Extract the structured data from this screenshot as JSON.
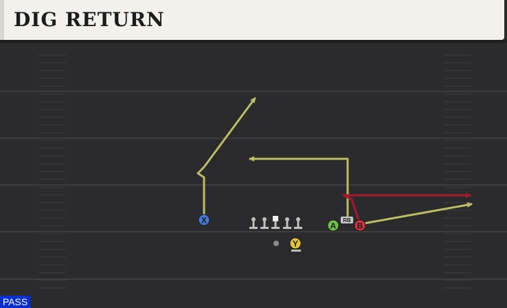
{
  "play": {
    "name": "DIG RETURN",
    "mode": "PASS"
  },
  "players": {
    "x_label": "X",
    "y_label": "Y",
    "a_label": "A",
    "b_label": "B",
    "rb_label": "RB"
  },
  "colors": {
    "field": "#2b2b2d",
    "yard_line": "#3e3e41",
    "hash": "#3c3c3f",
    "route_yellow": "#b9bf62",
    "route_red": "#a8182c",
    "player_x": "#4a78d6",
    "player_y": "#e2c43a",
    "player_a": "#6fc24b",
    "player_b": "#d93444",
    "lineman": "#bfbfbf",
    "mode_badge": "#0a2fd1"
  }
}
